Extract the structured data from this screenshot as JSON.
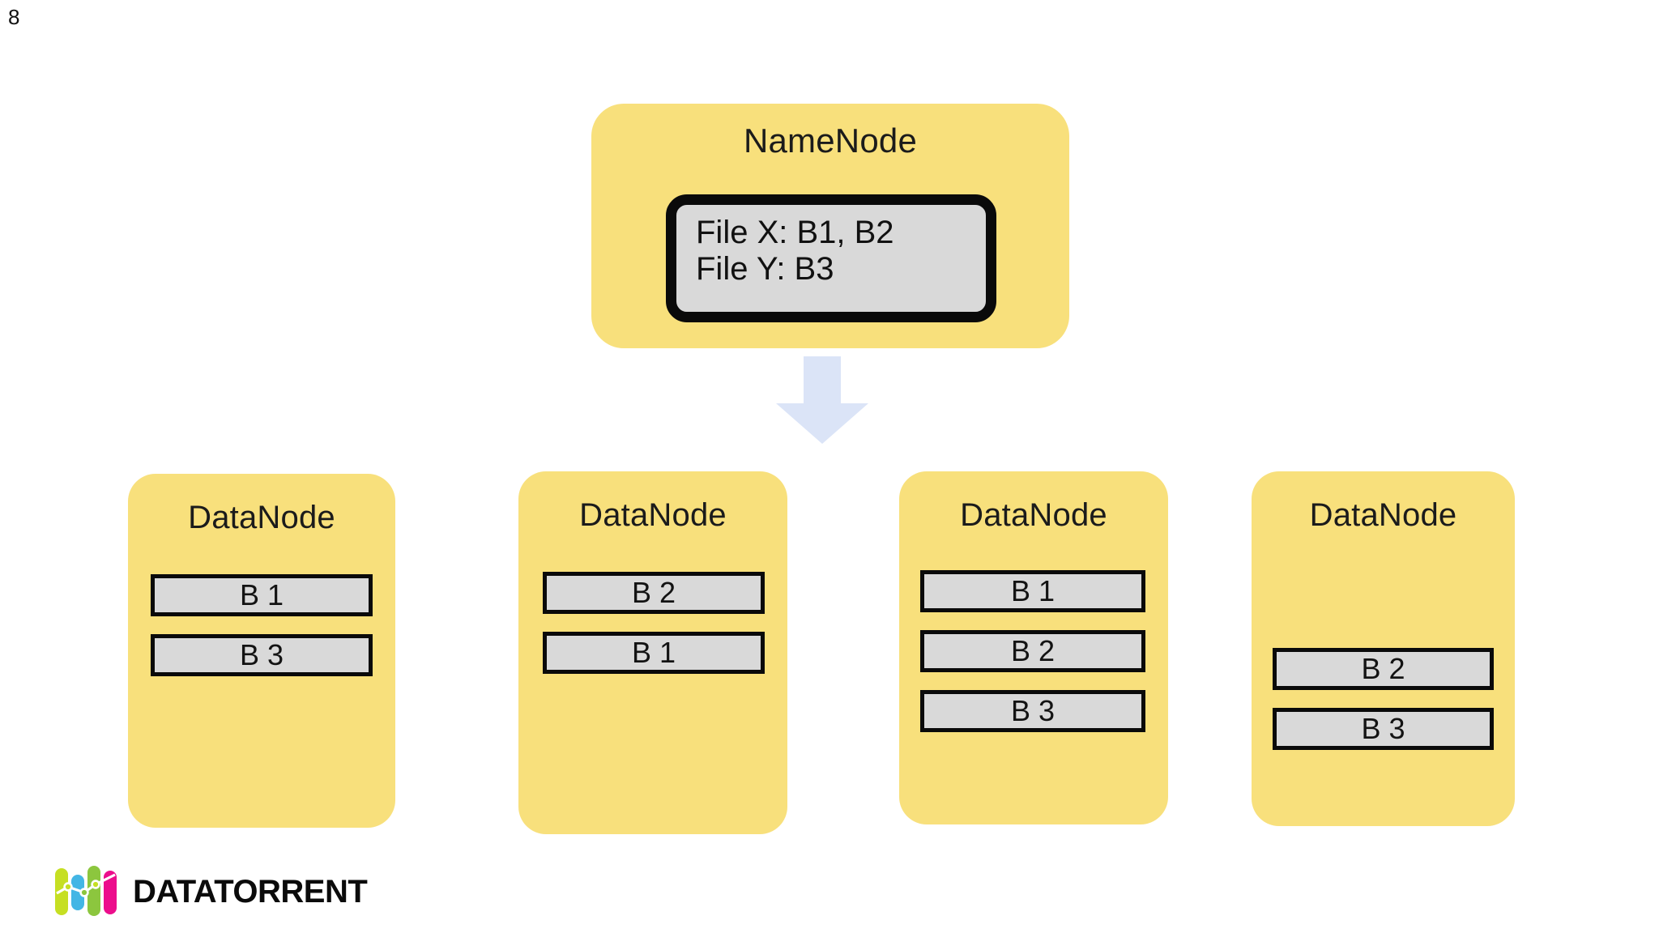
{
  "slide": {
    "number": "8"
  },
  "namenode": {
    "title": "NameNode",
    "metadata_lines": [
      "File X: B1, B2",
      "File Y: B3"
    ]
  },
  "arrow": {
    "icon": "arrow-down-icon",
    "color": "#DBE4F7"
  },
  "datanodes": [
    {
      "title": "DataNode",
      "blocks": [
        "B 1",
        "B 3"
      ]
    },
    {
      "title": "DataNode",
      "blocks": [
        "B 2",
        "B 1"
      ]
    },
    {
      "title": "DataNode",
      "blocks": [
        "B 1",
        "B 2",
        "B 3"
      ]
    },
    {
      "title": "DataNode",
      "blocks": [
        "B 2",
        "B 3"
      ]
    }
  ],
  "logo": {
    "wordmark": "DATATORRENT",
    "bar_colors": [
      "#C6DF23",
      "#43B6E5",
      "#8CC63E",
      "#EC0E8C"
    ]
  },
  "colors": {
    "node_fill": "#F8E07C",
    "block_fill": "#D9D9D9",
    "block_border": "#0A0A0A",
    "background": "#FFFFFF"
  }
}
